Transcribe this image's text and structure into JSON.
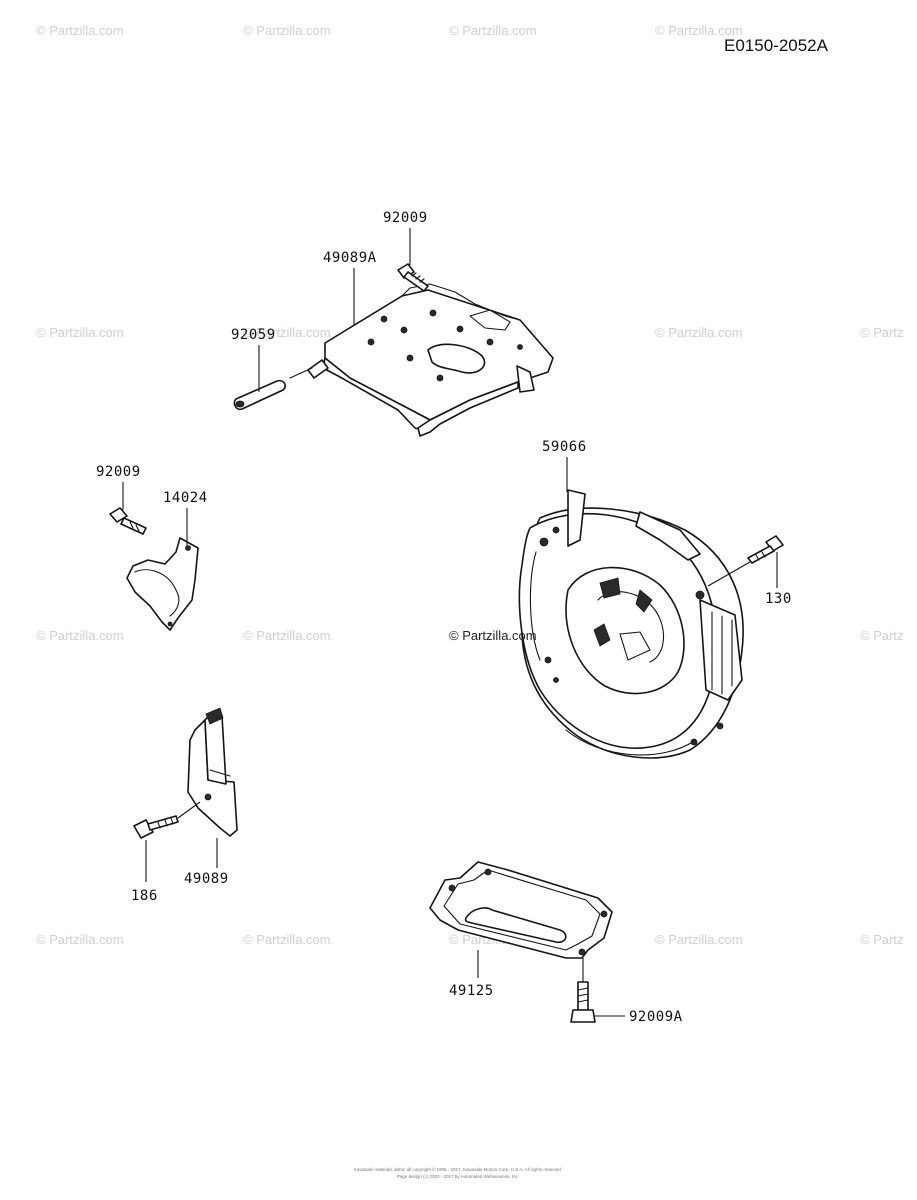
{
  "diagram_code": "E0150-2052A",
  "watermark_text": "© Partzilla.com",
  "watermark_partial": "© Partz",
  "center_watermark": "© Partzilla.com",
  "footer": {
    "line1": "Kawasaki materials within all copyright © 1995 - 2017, Kawasaki Motors Corp, U.S.A. All rights reserved.",
    "line2": "Page design (c) 2002 - 2017 by Automated Webservices, Inc."
  },
  "callouts": {
    "c92009_top": "92009",
    "c49089A": "49089A",
    "c92059": "92059",
    "c59066": "59066",
    "c92009_left": "92009",
    "c14024": "14024",
    "c130": "130",
    "c186": "186",
    "c49089": "49089",
    "c49125": "49125",
    "c92009A": "92009A"
  },
  "parts": {
    "p49089A": "cover-plate",
    "p92059": "pin",
    "p59066": "blower-housing",
    "p14024": "cover",
    "p49089": "baffle",
    "p49125": "gasket",
    "p130": "bolt",
    "p186": "bolt",
    "p92009": "bolt",
    "p92009A": "bolt"
  }
}
